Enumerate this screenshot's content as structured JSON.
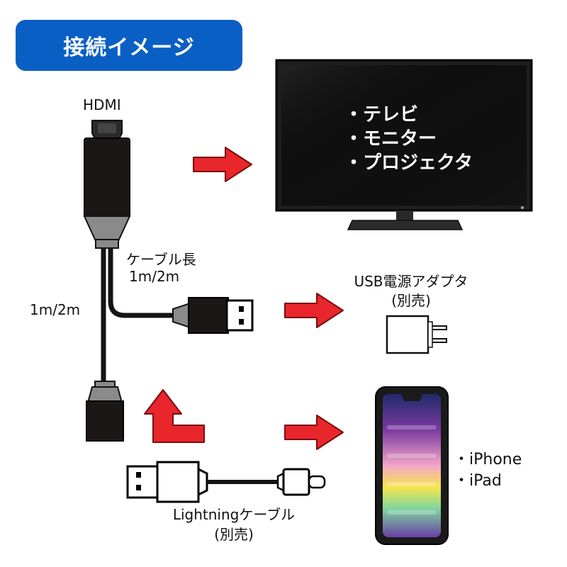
{
  "header": {
    "title": "接続イメージ"
  },
  "labels": {
    "hdmi": "HDMI",
    "cable_length_title": "ケーブル長",
    "cable_length_value": "1m/2m",
    "left_length": "1m/2m",
    "usb_adapter": "USB電源アダプタ",
    "usb_adapter_note": "(別売)",
    "lightning_cable": "Lightningケーブル",
    "lightning_note": "(別売)"
  },
  "tv": {
    "items": [
      "・テレビ",
      "・モニター",
      "・プロジェクタ"
    ]
  },
  "devices": {
    "items": [
      "・iPhone",
      "・iPad"
    ]
  },
  "colors": {
    "header_bg": "#0a5fc4",
    "arrow_red": "#e8262b",
    "cable_black": "#141414",
    "connector_gray": "#8a8a8a"
  }
}
